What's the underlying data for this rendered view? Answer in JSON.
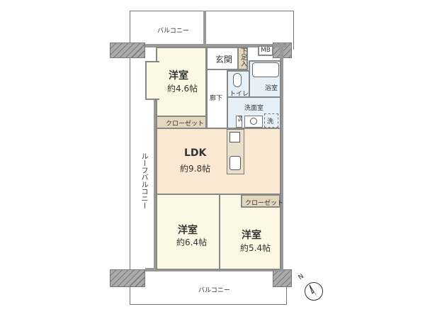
{
  "plan": {
    "balcony_top": "バルコニー",
    "balcony_bottom": "バルコニー",
    "roof_balcony": "ルーフバルコニー",
    "rooms": [
      {
        "name": "洋室",
        "size": "約4.6帖"
      },
      {
        "name": "LDK",
        "size": "約9.8帖"
      },
      {
        "name": "洋室",
        "size": "約6.4帖"
      },
      {
        "name": "洋室",
        "size": "約5.4帖"
      }
    ],
    "entrance": "玄関",
    "shoe_storage": "下足入",
    "mb": "MB",
    "bathroom": "浴室",
    "toilet": "トイレ",
    "hallway": "廊下",
    "washroom": "洗面室",
    "ps": "PS",
    "washer": "洗",
    "closet_1": "クローゼット",
    "closet_2": "クローゼット",
    "compass": "N"
  },
  "colors": {
    "western_room": "#fcf8e4",
    "ldk": "#fbe8d3",
    "wet_area": "#e5f0f8",
    "storage": "#e3d8bd"
  }
}
